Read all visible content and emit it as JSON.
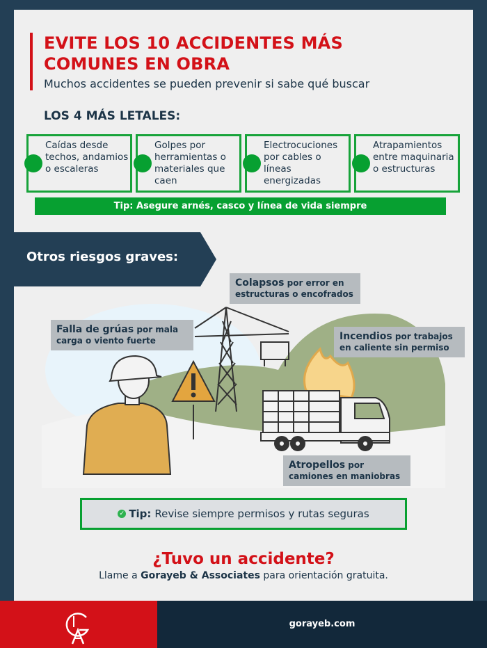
{
  "header": {
    "title_line1": "EVITE LOS 10 ACCIDENTES MÁS",
    "title_line2": "COMUNES EN OBRA",
    "subtitle": "Muchos accidentes se pueden prevenir si sabe qué buscar"
  },
  "deadliest": {
    "label": "LOS 4 MÁS LETALES:",
    "cards": [
      {
        "text": "Caídas desde techos, andamios o escaleras"
      },
      {
        "text": "Golpes por herramientas o materiales que caen"
      },
      {
        "text": "Electrocuciones por cables o líneas energizadas"
      },
      {
        "text": "Atrapamientos entre maquinaria o estructuras"
      }
    ],
    "tip": "Tip: Asegure arnés, casco y línea de vida siempre"
  },
  "other_risks": {
    "label": "Otros riesgos graves:",
    "callouts": [
      {
        "lead": "Colapsos",
        "rest": " por error en estructuras o encofrados"
      },
      {
        "lead": "Falla de grúas",
        "rest": " por mala carga o viento fuerte"
      },
      {
        "lead": "Incendios",
        "rest": " por trabajos en caliente sin permiso"
      },
      {
        "lead": "Atropellos",
        "rest": " por camiones en maniobras"
      }
    ],
    "tip_bold": "Tip:",
    "tip_text": "Revise siempre permisos y rutas seguras"
  },
  "cta": {
    "title": "¿Tuvo un accidente?",
    "pre": "Llame a ",
    "firm": "Gorayeb & Associates",
    "post": " para orientación gratuita."
  },
  "footer": {
    "url": "gorayeb.com"
  },
  "colors": {
    "navy": "#233f55",
    "red": "#d31118",
    "green": "#07a031",
    "panel": "#efefef",
    "callout_gray": "#b6bbbf"
  }
}
